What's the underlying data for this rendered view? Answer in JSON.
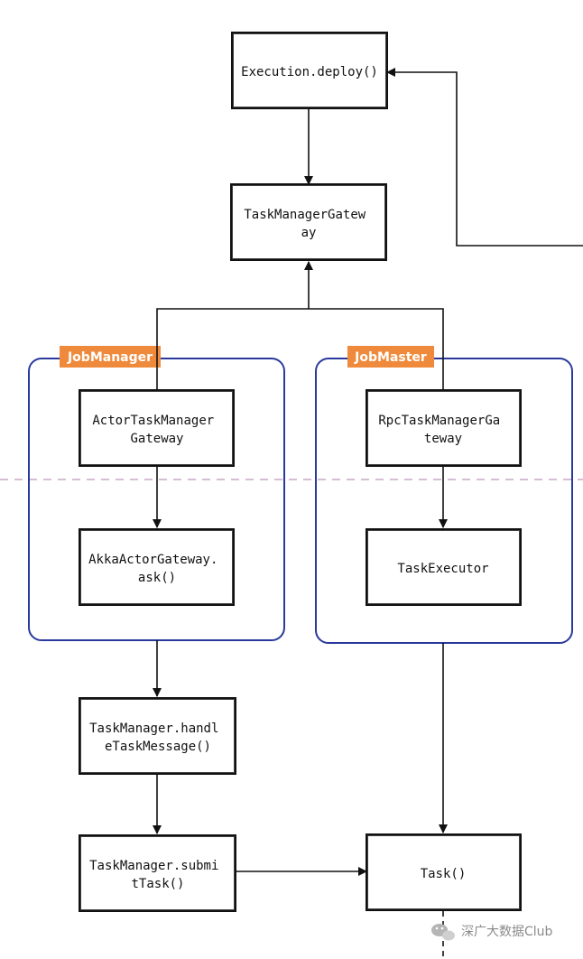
{
  "nodes": {
    "execution_deploy": {
      "lines": [
        "Execution.deploy()"
      ]
    },
    "taskmanager_gateway": {
      "lines": [
        "TaskManagerGatew",
        "ay"
      ]
    },
    "actor_taskmanager_gateway": {
      "lines": [
        "ActorTaskManager",
        "Gateway"
      ]
    },
    "akka_actor_gateway_ask": {
      "lines": [
        "AkkaActorGateway.",
        "ask()"
      ]
    },
    "rpc_taskmanager_gateway": {
      "lines": [
        "RpcTaskManagerGa",
        "teway"
      ]
    },
    "task_executor": {
      "lines": [
        "TaskExecutor"
      ]
    },
    "taskmanager_handle": {
      "lines": [
        "TaskManager.handl",
        "eTaskMessage()"
      ]
    },
    "taskmanager_submit": {
      "lines": [
        "TaskManager.submi",
        "tTask()"
      ]
    },
    "task": {
      "lines": [
        "Task()"
      ]
    }
  },
  "groups": {
    "jobmanager": {
      "label": "JobManager"
    },
    "jobmaster": {
      "label": "JobMaster"
    }
  },
  "watermark": {
    "text": "深广大数据Club"
  },
  "colors": {
    "group_border": "#2a3a9c",
    "group_tag": "#ef8a3c",
    "edge": "#111111",
    "divider": "#c7a9c7"
  }
}
